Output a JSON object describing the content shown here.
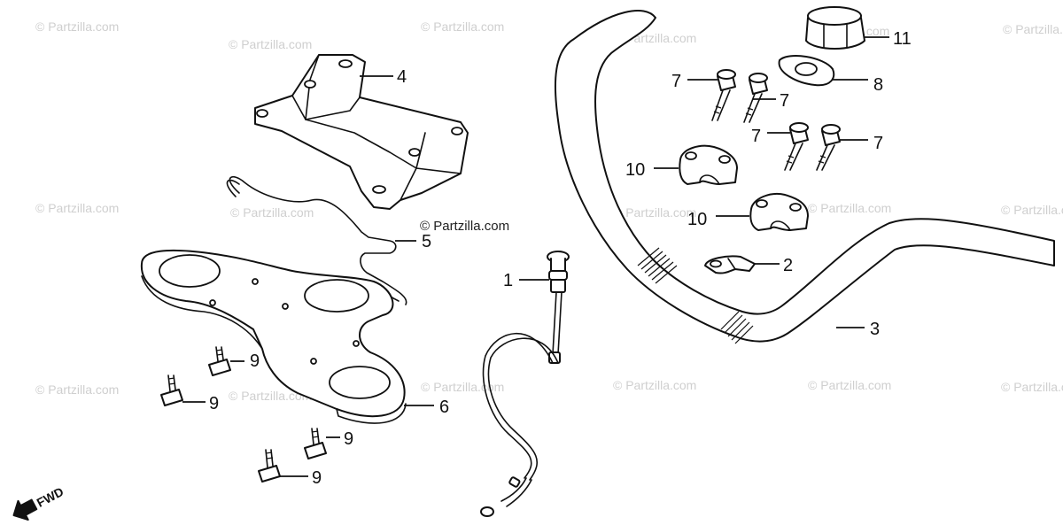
{
  "watermark": "© Partzilla.com",
  "copyright": "© Partzilla.com",
  "fwd_label": "FWD",
  "callouts": {
    "c1": "1",
    "c2": "2",
    "c3": "3",
    "c4": "4",
    "c5": "5",
    "c6": "6",
    "c7a": "7",
    "c7b": "7",
    "c7c": "7",
    "c7d": "7",
    "c8": "8",
    "c9a": "9",
    "c9b": "9",
    "c9c": "9",
    "c9d": "9",
    "c10a": "10",
    "c10b": "10",
    "c11": "11"
  }
}
